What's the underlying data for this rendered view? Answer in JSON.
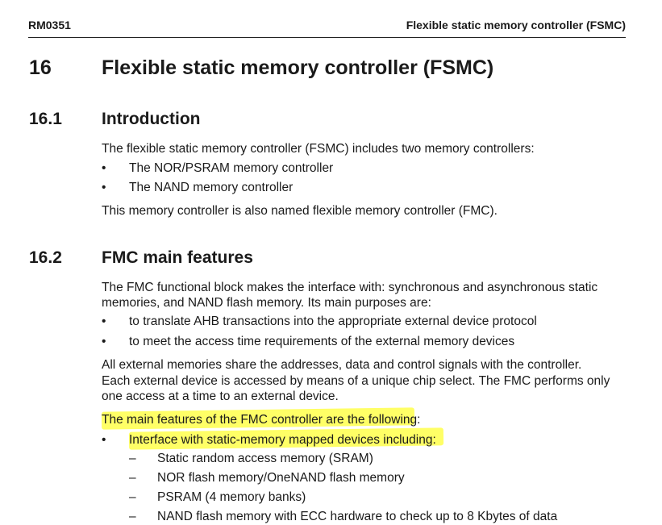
{
  "header": {
    "doc_id": "RM0351",
    "chapter": "Flexible static memory controller (FSMC)"
  },
  "section16": {
    "number": "16",
    "title": "Flexible static memory controller (FSMC)"
  },
  "section16_1": {
    "number": "16.1",
    "title": "Introduction",
    "intro": "The flexible static memory controller (FSMC) includes two memory controllers:",
    "bullets": [
      "The NOR/PSRAM memory controller",
      "The NAND memory controller"
    ],
    "closing": "This memory controller is also named flexible memory controller (FMC)."
  },
  "section16_2": {
    "number": "16.2",
    "title": "FMC main features",
    "para1_line1": "The FMC functional block makes the interface with: synchronous and asynchronous static",
    "para1_line2": "memories, and NAND flash memory. Its main purposes are:",
    "bullets": [
      "to translate AHB transactions into the appropriate external device protocol",
      "to meet the access time requirements of the external memory devices"
    ],
    "para2_line1": "All external memories share the addresses, data and control signals with the controller.",
    "para2_line2": "Each external device is accessed by means of a unique chip select. The FMC performs only",
    "para2_line3": "one access at a time to an external device.",
    "features_intro": "The main features of the FMC controller are the following:",
    "feature_bullet": "Interface with static-memory mapped devices including:",
    "sub_items": [
      "Static random access memory (SRAM)",
      "NOR flash memory/OneNAND flash memory",
      "PSRAM (4 memory banks)",
      "NAND flash memory with ECC hardware to check up to 8 Kbytes of data"
    ]
  },
  "symbols": {
    "bullet": "•",
    "dash": "–"
  },
  "colors": {
    "highlight": "#ffff33"
  }
}
